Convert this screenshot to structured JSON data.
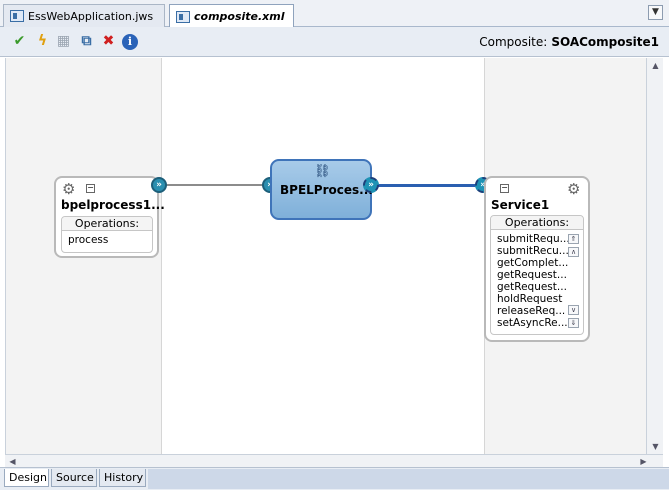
{
  "tabs": [
    {
      "label": "EssWebApplication.jws",
      "icon": "project-icon"
    },
    {
      "label": "composite.xml",
      "icon": "composite-icon",
      "active": true
    }
  ],
  "toolbar": {
    "composite_label": "Composite:",
    "composite_name": "SOAComposite1",
    "buttons": [
      "validate-check",
      "test-bolt",
      "disabled-action",
      "duplicate",
      "delete",
      "info"
    ]
  },
  "left_component": {
    "name": "bpelprocess1...",
    "operations_header": "Operations:",
    "operations": [
      "process"
    ]
  },
  "bpel": {
    "name": "BPELProces..."
  },
  "right_component": {
    "name": "Service1",
    "operations_header": "Operations:",
    "operations": [
      "submitRequ...",
      "submitRecu...",
      "getComplet...",
      "getRequest...",
      "getRequest...",
      "holdRequest",
      "releaseReq...",
      "setAsyncRe..."
    ]
  },
  "bottom_tabs": [
    "Design",
    "Source",
    "History"
  ],
  "colors": {
    "port": "#2a8fb0",
    "bpel_fill": "#8dbbe0",
    "wire_blue": "#2a5fb0"
  }
}
